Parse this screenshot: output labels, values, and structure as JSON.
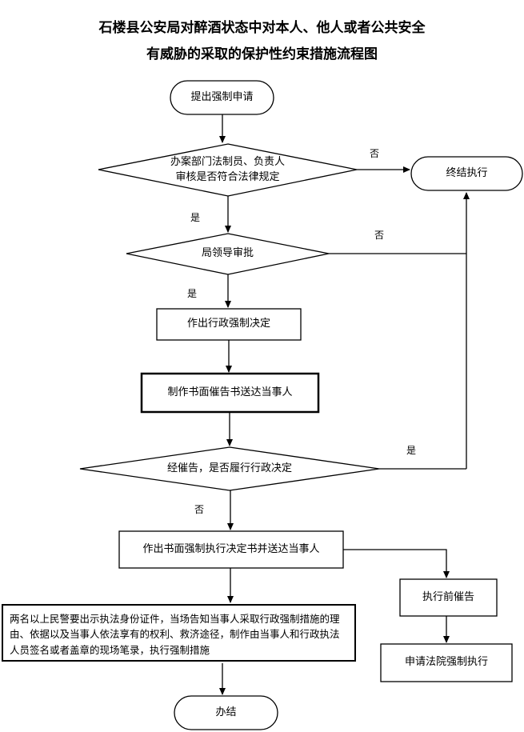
{
  "title": {
    "line1": "石楼县公安局对醉酒状态中对本人、他人或者公共安全",
    "line2": "有威胁的采取的保护性约束措施流程图"
  },
  "nodes": {
    "start": "提出强制申请",
    "review": "办案部门法制员、负责人审核是否符合法律规定",
    "review_line1": "办案部门法制员、负责人",
    "review_line2": "审核是否符合法律规定",
    "end_exec": "终结执行",
    "leader": "局领导审批",
    "decision": "作出行政强制决定",
    "notice": "制作书面催告书送达当事人",
    "comply": "经催告，是否履行行政决定",
    "written_decision": "作出书面强制执行决定书并送达当事人",
    "measures": "两名以上民警要出示执法身份证件，当场告知当事人采取行政强制措施的理由、依据以及当事人依法享有的权利、救济途径，制作由当事人和行政执法人员签名或者盖章的现场笔录，执行强制措施",
    "pre_exec_notice": "执行前催告",
    "court": "申请法院强制执行",
    "done": "办结"
  },
  "labels": {
    "no_1": "否",
    "yes_1": "是",
    "no_2": "否",
    "yes_2": "是",
    "yes_3": "是",
    "no_3": "否"
  }
}
